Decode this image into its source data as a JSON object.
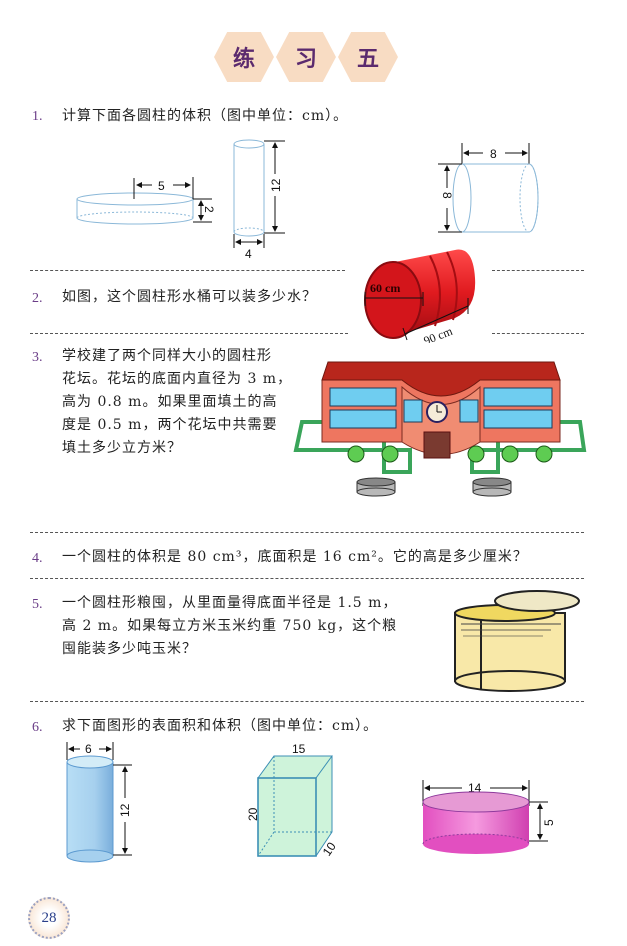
{
  "title": {
    "chars": [
      "练",
      "习",
      "五"
    ],
    "hex_color": "#f8dcc3",
    "text_color": "#5b2a6e"
  },
  "questions": [
    {
      "number": "1.",
      "text": "计算下面各圆柱的体积（图中单位：cm）。",
      "figures": [
        {
          "name": "flat-cylinder",
          "labels": {
            "radius": "5",
            "height": "2"
          }
        },
        {
          "name": "tall-cylinder",
          "labels": {
            "height": "12",
            "diameter": "4"
          }
        },
        {
          "name": "horizontal-cylinder",
          "labels": {
            "length": "8",
            "diameter": "8"
          }
        }
      ]
    },
    {
      "number": "2.",
      "text": "如图，这个圆柱形水桶可以装多少水？",
      "figure": {
        "name": "red-barrel",
        "labels": {
          "diameter": "60 cm",
          "length": "90 cm"
        },
        "color": "#d8141c"
      }
    },
    {
      "number": "3.",
      "lines": [
        "学校建了两个同样大小的圆柱形",
        "花坛。花坛的底面内直径为 3 m，",
        "高为 0.8 m。如果里面填土的高",
        "度是 0.5 m，两个花坛中共需要",
        "填土多少立方米？"
      ]
    },
    {
      "number": "4.",
      "text": "一个圆柱的体积是 80 cm³，底面积是 16 cm²。它的高是多少厘米？"
    },
    {
      "number": "5.",
      "lines": [
        "一个圆柱形粮囤，从里面量得底面半径是 1.5 m，",
        "高 2 m。如果每立方米玉米约重 750 kg，这个粮",
        "囤能装多少吨玉米？"
      ]
    },
    {
      "number": "6.",
      "text": "求下面图形的表面积和体积（图中单位：cm）。",
      "figures": [
        {
          "name": "blue-cylinder",
          "labels": {
            "diameter": "6",
            "height": "12"
          },
          "color": "#a9d4f0"
        },
        {
          "name": "green-cuboid",
          "labels": {
            "length": "15",
            "height": "20",
            "width": "10"
          },
          "color": "#c9f2d6"
        },
        {
          "name": "pink-cylinder",
          "labels": {
            "diameter": "14",
            "height": "5"
          },
          "color": "#e24fc0"
        }
      ]
    }
  ],
  "page_number": "28"
}
